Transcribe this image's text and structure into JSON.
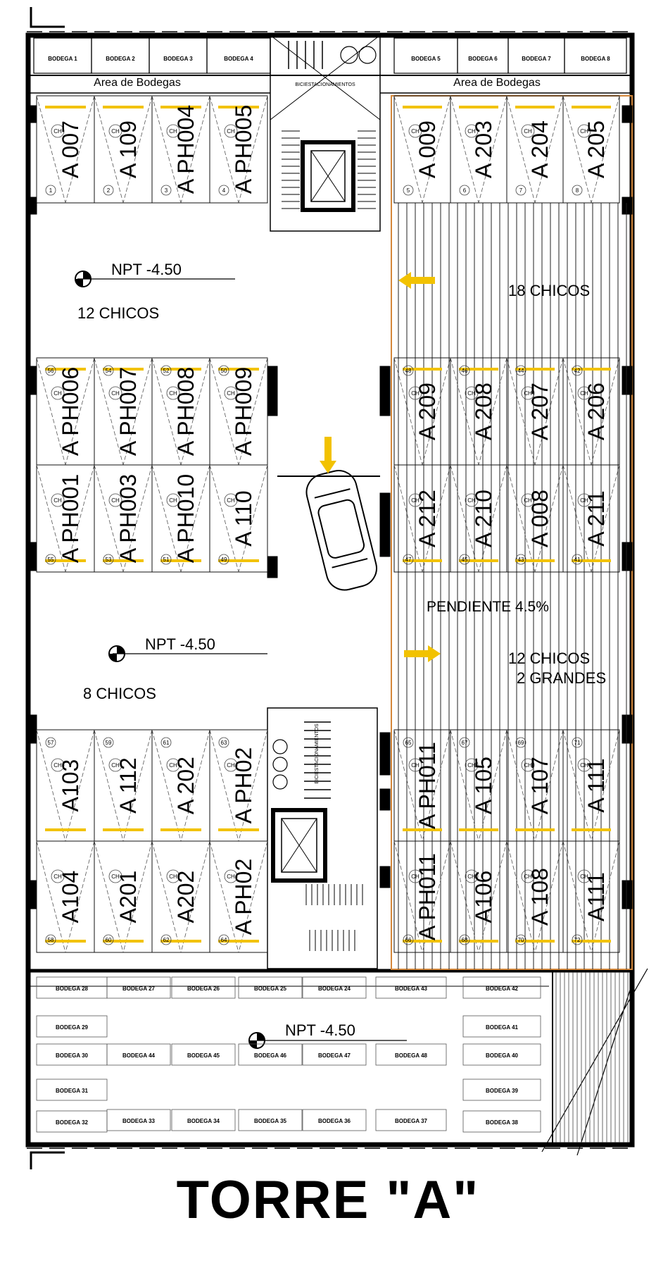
{
  "title": "TORRE \"A\"",
  "colors": {
    "marker": "#f2c200",
    "wall": "#000000",
    "ramp": "#d4873a",
    "line": "#111111"
  },
  "bodegas_top": [
    "BODEGA 1",
    "BODEGA 2",
    "BODEGA 3",
    "BODEGA 4",
    "BODEGA 5",
    "BODEGA 6",
    "BODEGA 7",
    "BODEGA 8"
  ],
  "area_labels": [
    "Area de Bodegas",
    "Area de Bodegas"
  ],
  "bike_label": "BICIESTACIONAMIENTOS",
  "bike_label_2": "BICIESTACIONAMIENTOS",
  "levels": [
    "NPT -4.50",
    "NPT -4.50",
    "NPT -4.50"
  ],
  "counts": [
    "12 CHICOS",
    "18 CHICOS",
    "8 CHICOS",
    "12 CHICOS",
    "2 GRANDES"
  ],
  "ramp_label": "PENDIENTE 4.5%",
  "ch_label": "CH",
  "spots": [
    {
      "n": "1",
      "label": "A 007"
    },
    {
      "n": "2",
      "label": "A 109"
    },
    {
      "n": "3",
      "label": "A PH004"
    },
    {
      "n": "4",
      "label": "A PH005"
    },
    {
      "n": "5",
      "label": "A 009"
    },
    {
      "n": "6",
      "label": "A 203"
    },
    {
      "n": "7",
      "label": "A 204"
    },
    {
      "n": "8",
      "label": "A 205"
    },
    {
      "n": "56",
      "label": "A PH006"
    },
    {
      "n": "54",
      "label": "A PH007"
    },
    {
      "n": "52",
      "label": "A PH008"
    },
    {
      "n": "50",
      "label": "A PH009"
    },
    {
      "n": "55",
      "label": "A PH001"
    },
    {
      "n": "53",
      "label": "A PH003"
    },
    {
      "n": "51",
      "label": "A PH010"
    },
    {
      "n": "49",
      "label": "A 110"
    },
    {
      "n": "48",
      "label": "A 209"
    },
    {
      "n": "46",
      "label": "A 208"
    },
    {
      "n": "44",
      "label": "A 207"
    },
    {
      "n": "42",
      "label": "A 206"
    },
    {
      "n": "47",
      "label": "A 212"
    },
    {
      "n": "45",
      "label": "A 210"
    },
    {
      "n": "43",
      "label": "A 008"
    },
    {
      "n": "41",
      "label": "A 211"
    },
    {
      "n": "57",
      "label": "A103"
    },
    {
      "n": "59",
      "label": "A 112"
    },
    {
      "n": "61",
      "label": "A 202"
    },
    {
      "n": "63",
      "label": "A PH02"
    },
    {
      "n": "58",
      "label": "A104"
    },
    {
      "n": "60",
      "label": "A201"
    },
    {
      "n": "62",
      "label": "A202"
    },
    {
      "n": "64",
      "label": "A PH02"
    },
    {
      "n": "65",
      "label": "A PH011"
    },
    {
      "n": "67",
      "label": "A 105"
    },
    {
      "n": "69",
      "label": "A 107"
    },
    {
      "n": "71",
      "label": "A 111"
    },
    {
      "n": "66",
      "label": "A PH011"
    },
    {
      "n": "68",
      "label": "A106"
    },
    {
      "n": "70",
      "label": "A 108"
    },
    {
      "n": "72",
      "label": "A111"
    }
  ],
  "bodegas_bottom": [
    "BODEGA 28",
    "BODEGA 27",
    "BODEGA 26",
    "BODEGA 25",
    "BODEGA 24",
    "BODEGA 43",
    "BODEGA 42",
    "BODEGA 29",
    "BODEGA 41",
    "BODEGA 30",
    "BODEGA 44",
    "BODEGA 45",
    "BODEGA 46",
    "BODEGA 47",
    "BODEGA 48",
    "BODEGA 40",
    "BODEGA 31",
    "BODEGA 39",
    "BODEGA 32",
    "BODEGA 33",
    "BODEGA 34",
    "BODEGA 35",
    "BODEGA 36",
    "BODEGA 37",
    "BODEGA 38"
  ]
}
